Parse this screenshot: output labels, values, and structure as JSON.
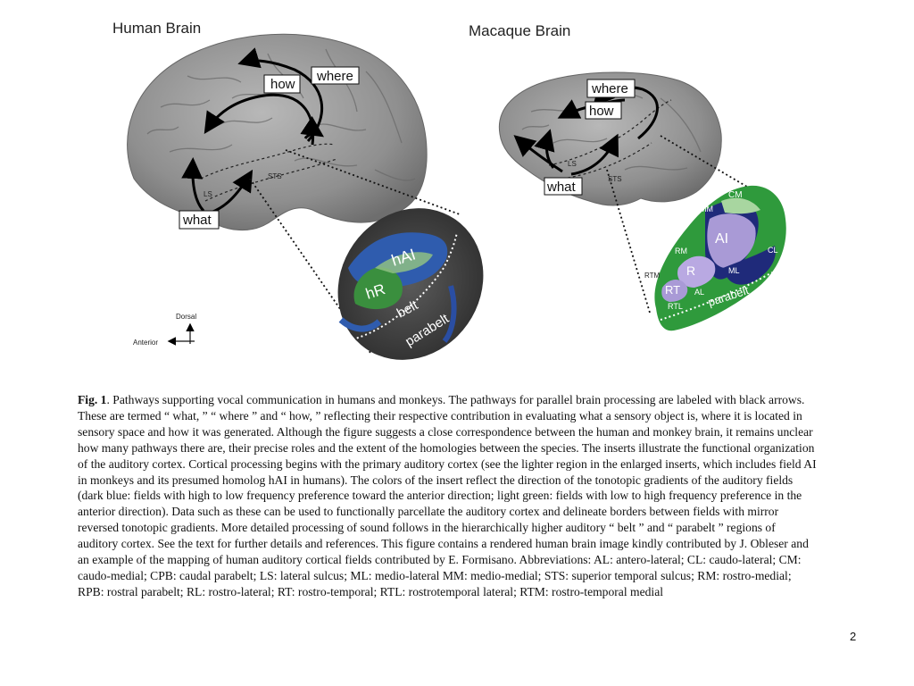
{
  "figure": {
    "human": {
      "title": "Human Brain",
      "arrows": {
        "how": "how",
        "where": "where",
        "what": "what"
      },
      "sulci": {
        "ls": "LS",
        "sts": "STS"
      },
      "insert": {
        "hai": "hAI",
        "hr": "hR",
        "belt": "belt",
        "parabelt": "parabelt"
      },
      "orientation": {
        "dorsal": "Dorsal",
        "anterior": "Anterior"
      }
    },
    "macaque": {
      "title": "Macaque Brain",
      "arrows": {
        "where": "where",
        "how": "how",
        "what": "what"
      },
      "sulci": {
        "ls": "LS",
        "sts": "STS"
      },
      "insert": {
        "cm": "CM",
        "mm": "MM",
        "ai": "AI",
        "rm": "RM",
        "cl": "CL",
        "r": "R",
        "rtm": "RTM",
        "ml": "ML",
        "rt": "RT",
        "al": "AL",
        "rtl": "RTL",
        "parabelt": "parabelt"
      }
    },
    "colors": {
      "dark_blue": "#1f2a7a",
      "light_green": "#2f9a3c",
      "light_purple": "#a99ad6",
      "brain_gray": "#9a9a9a"
    }
  },
  "caption": {
    "label": "Fig. 1",
    "text": ". Pathways supporting vocal communication in humans and monkeys. The pathways for parallel brain processing are labeled with black arrows. These are termed “ what, ” “ where ” and “ how, ” reflecting their respective contribution in evaluating what a sensory object is, where it is located in sensory space and how it was generated. Although the figure suggests a close correspondence between the human and monkey brain, it remains unclear how many pathways there are, their precise roles and the extent of the homologies between the species. The inserts illustrate the functional organization of the auditory cortex. Cortical processing begins with the primary auditory cortex (see the lighter region in the enlarged inserts, which includes field AI in monkeys and its presumed homolog hAI in humans). The colors of the insert reflect the direction of the tonotopic gradients of the auditory fields (dark blue: fields with high to low frequency preference toward the anterior direction; light green: fields with low to high frequency preference in the anterior direction). Data such as these can be used to functionally parcellate the auditory cortex and delineate borders between fields with mirror reversed tonotopic gradients. More detailed processing of sound follows in the hierarchically higher auditory “ belt ” and “ parabelt ” regions of auditory cortex. See the text for further details and references. This figure contains a rendered human brain image kindly contributed by J. Obleser and an example of the mapping of human auditory cortical fields contributed by E. Formisano. Abbreviations: AL: antero-lateral; CL: caudo-lateral; CM: caudo-medial; CPB: caudal parabelt; LS: lateral sulcus; ML: medio-lateral MM: medio-medial; STS: superior temporal sulcus; RM: rostro-medial; RPB: rostral parabelt; RL: rostro-lateral; RT: rostro-temporal; RTL: rostrotemporal lateral; RTM: rostro-temporal medial"
  },
  "page_number": "2"
}
